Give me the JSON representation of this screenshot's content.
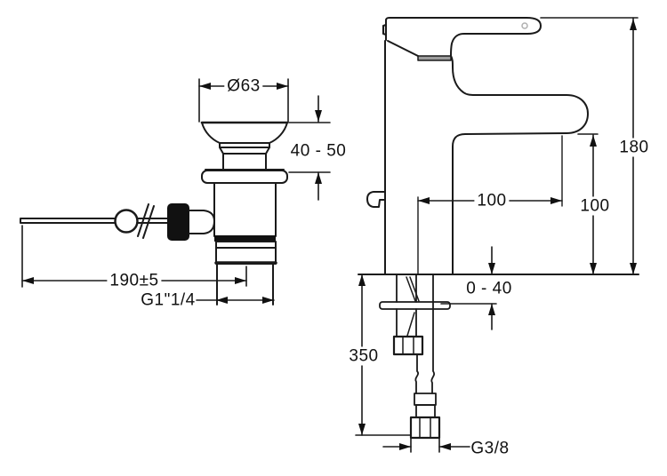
{
  "colors": {
    "line": "#1a1a1a",
    "background": "#ffffff",
    "seam_band": "#9c9c9c"
  },
  "dimensions": {
    "drain": {
      "plug_diameter": "Ø63",
      "height_adjust_range": "40 - 50",
      "rod_length": "190±5",
      "waste_thread": "G1\"1/4"
    },
    "faucet": {
      "total_height": "180",
      "spout_height": "100",
      "spout_reach": "100",
      "deck_thickness_range": "0 - 40",
      "hose_length": "350",
      "supply_thread": "G3/8"
    }
  }
}
